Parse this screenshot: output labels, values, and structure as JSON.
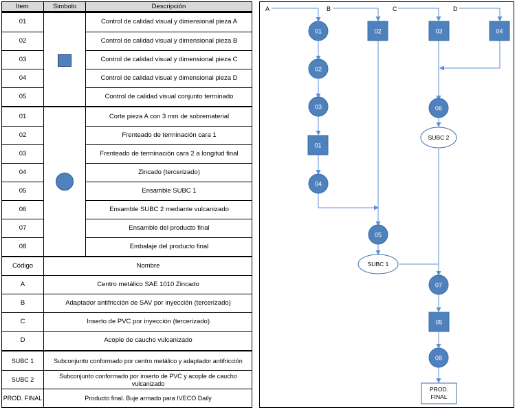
{
  "table": {
    "headers": {
      "item": "Item",
      "simbolo": "Simbolo",
      "descripcion": "Descripción"
    },
    "control_rows": [
      {
        "item": "01",
        "desc": "Control de calidad visual y dimensional pieza A"
      },
      {
        "item": "02",
        "desc": "Control de calidad visual y dimensional pieza B"
      },
      {
        "item": "03",
        "desc": "Control de calidad visual y dimensional pieza C"
      },
      {
        "item": "04",
        "desc": "Control de calidad visual y dimensional pieza D"
      },
      {
        "item": "05",
        "desc": "Control de calidad visual conjunto terminado"
      }
    ],
    "operation_rows": [
      {
        "item": "01",
        "desc": "Corte pieza A con 3 mm de sobrematerial"
      },
      {
        "item": "02",
        "desc": "Frenteado de terminación cara 1"
      },
      {
        "item": "03",
        "desc": "Frenteado de terminación cara 2 a longitud final"
      },
      {
        "item": "04",
        "desc": "Zincado (tercerizado)"
      },
      {
        "item": "05",
        "desc": "Ensamble SUBC 1"
      },
      {
        "item": "06",
        "desc": "Ensamble SUBC 2 mediante vulcanizado"
      },
      {
        "item": "07",
        "desc": "Ensamble del producto final"
      },
      {
        "item": "08",
        "desc": "Embalaje del producto final"
      }
    ],
    "code_header": {
      "codigo": "Código",
      "nombre": "Nombre"
    },
    "code_rows": [
      {
        "code": "A",
        "name": "Centro metálico SAE 1010 Zincado"
      },
      {
        "code": "B",
        "name": "Adaptador antifricción de SAV por inyección (tercerizado)"
      },
      {
        "code": "C",
        "name": "Inserto de PVC por inyección (tercerizado)"
      },
      {
        "code": "D",
        "name": "Acople de caucho vulcanizado"
      }
    ],
    "sub_rows": [
      {
        "code": "SUBC 1",
        "name": "Subconjunto conformado por centro metálico y adaptador antifricción"
      },
      {
        "code": "SUBC 2",
        "name": "Subconjunto conformado por inserto de PVC y acople de caucho vulcanizado"
      },
      {
        "code": "PROD. FINAL",
        "name": "Producto final. Buje armado para IVECO Daily"
      }
    ]
  },
  "diagram": {
    "sources": [
      "A",
      "B",
      "C",
      "D"
    ],
    "nodes": {
      "a_op01": "01",
      "a_op02": "02",
      "a_op03": "03",
      "a_ctl01": "01",
      "a_op04": "04",
      "b_ctl02": "02",
      "c_ctl03": "03",
      "d_ctl04": "04",
      "c_op06": "06",
      "subc2": "SUBC 2",
      "op05": "05",
      "subc1": "SUBC 1",
      "op07": "07",
      "ctl05": "05",
      "op08": "08",
      "final_line1": "PROD.",
      "final_line2": "FINAL"
    },
    "colors": {
      "fill": "#4f81bd",
      "stroke": "#3a6ea5",
      "line": "#5b8fd0"
    }
  }
}
